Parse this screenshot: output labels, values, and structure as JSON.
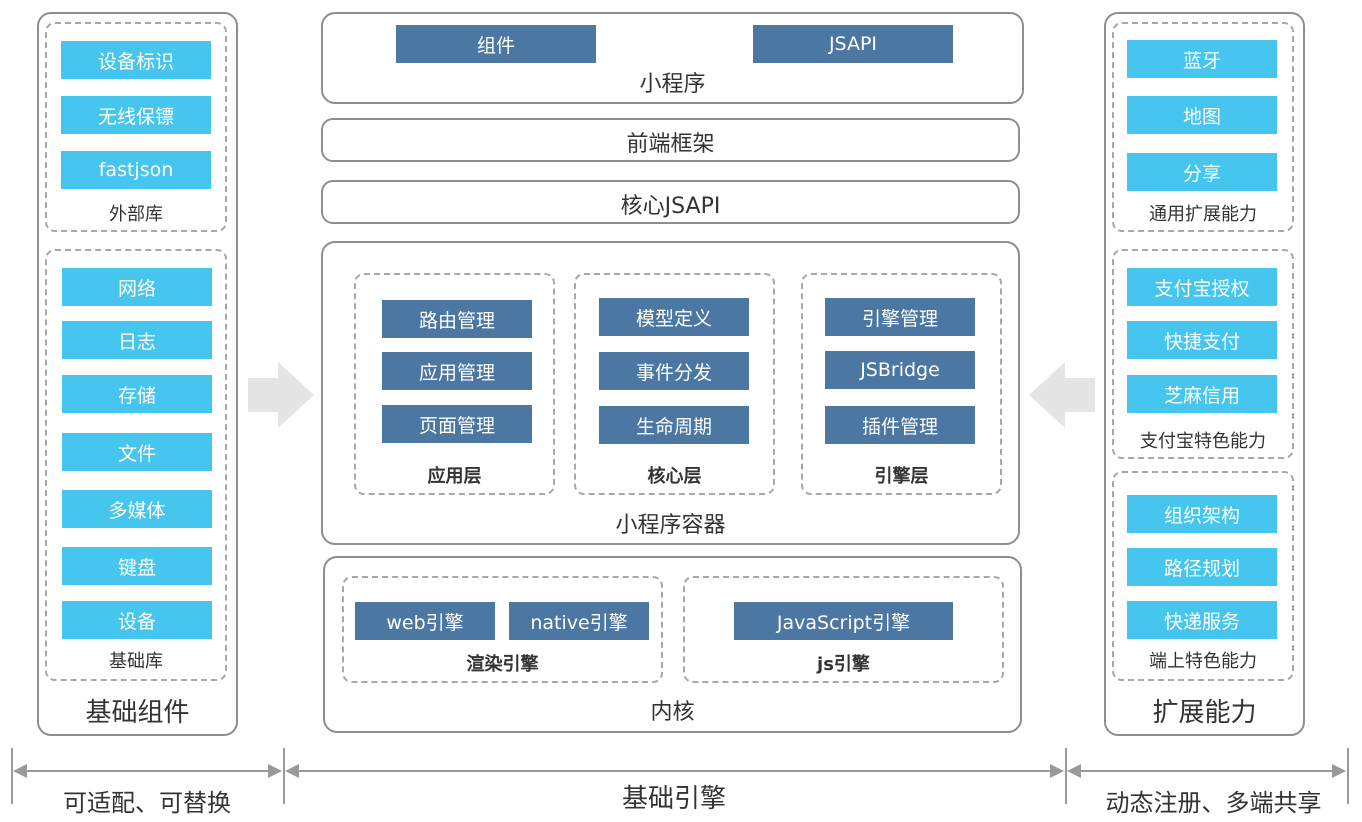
{
  "left": {
    "title": "基础组件",
    "external": {
      "caption": "外部库",
      "items": [
        "设备标识",
        "无线保镖",
        "fastjson"
      ]
    },
    "base": {
      "caption": "基础库",
      "items": [
        "网络",
        "日志",
        "存储",
        "文件",
        "多媒体",
        "键盘",
        "设备"
      ]
    }
  },
  "center": {
    "miniprogram": {
      "title": "小程序",
      "items": [
        "组件",
        "JSAPI"
      ]
    },
    "frontend": "前端框架",
    "core_jsapi": "核心JSAPI",
    "container": {
      "title": "小程序容器",
      "app_layer": {
        "caption": "应用层",
        "items": [
          "路由管理",
          "应用管理",
          "页面管理"
        ]
      },
      "core_layer": {
        "caption": "核心层",
        "items": [
          "模型定义",
          "事件分发",
          "生命周期"
        ]
      },
      "engine_layer": {
        "caption": "引擎层",
        "items": [
          "引擎管理",
          "JSBridge",
          "插件管理"
        ]
      }
    },
    "kernel": {
      "title": "内核",
      "render": {
        "caption": "渲染引擎",
        "items": [
          "web引擎",
          "native引擎"
        ]
      },
      "js": {
        "caption": "js引擎",
        "items": [
          "JavaScript引擎"
        ]
      }
    }
  },
  "right": {
    "title": "扩展能力",
    "common": {
      "caption": "通用扩展能力",
      "items": [
        "蓝牙",
        "地图",
        "分享"
      ]
    },
    "alipay": {
      "caption": "支付宝特色能力",
      "items": [
        "支付宝授权",
        "快捷支付",
        "芝麻信用"
      ]
    },
    "device": {
      "caption": "端上特色能力",
      "items": [
        "组织架构",
        "路径规划",
        "快递服务"
      ]
    }
  },
  "axis": {
    "left": "可适配、可替换",
    "center": "基础引擎",
    "right": "动态注册、多端共享"
  },
  "colors": {
    "cyan": "#46c6ee",
    "navy": "#4b77a2",
    "border": "#8e8e8e",
    "arrow": "#e5e5e5"
  }
}
